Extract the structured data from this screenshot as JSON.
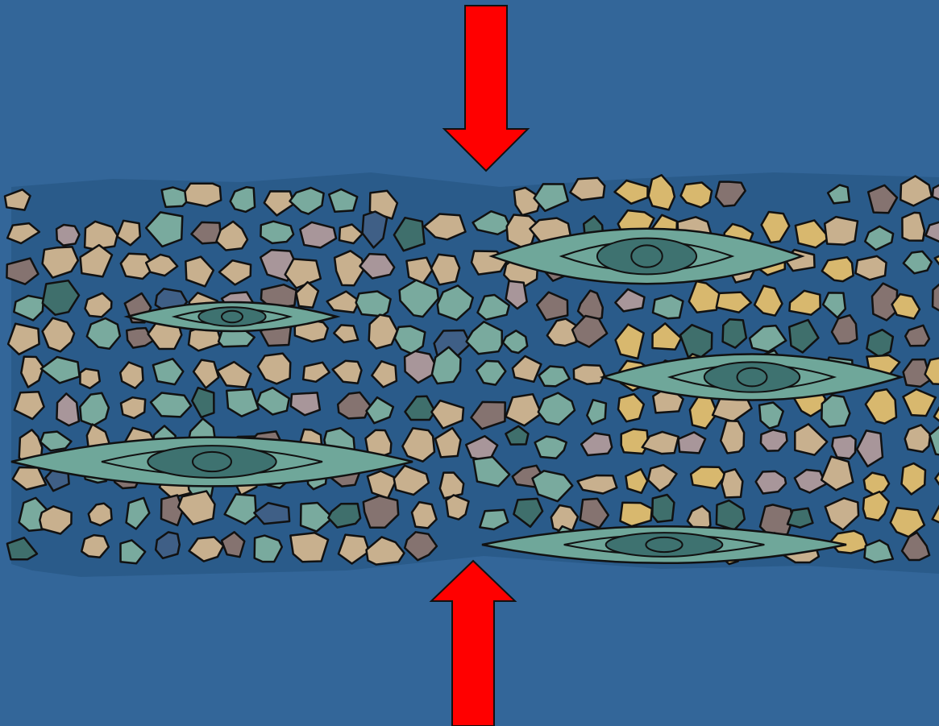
{
  "colors": {
    "background": "#336699",
    "outline": "#111111",
    "arrow": "#ff0000",
    "grain_tan": "#c8b08e",
    "grain_teal": "#79aa9e",
    "grain_dark_teal": "#3f6f6c",
    "grain_gold": "#d8b86e",
    "grain_gray_brown": "#857370",
    "grain_mauve": "#a8969a",
    "grain_slate": "#3f5f86",
    "lens_outer": "#6fa79a",
    "lens_inner": "#3e7270"
  },
  "arrows": [
    {
      "name": "compression-arrow-top",
      "direction": "down"
    },
    {
      "name": "compression-arrow-bottom",
      "direction": "up"
    }
  ],
  "band": {
    "description_visible": false
  }
}
